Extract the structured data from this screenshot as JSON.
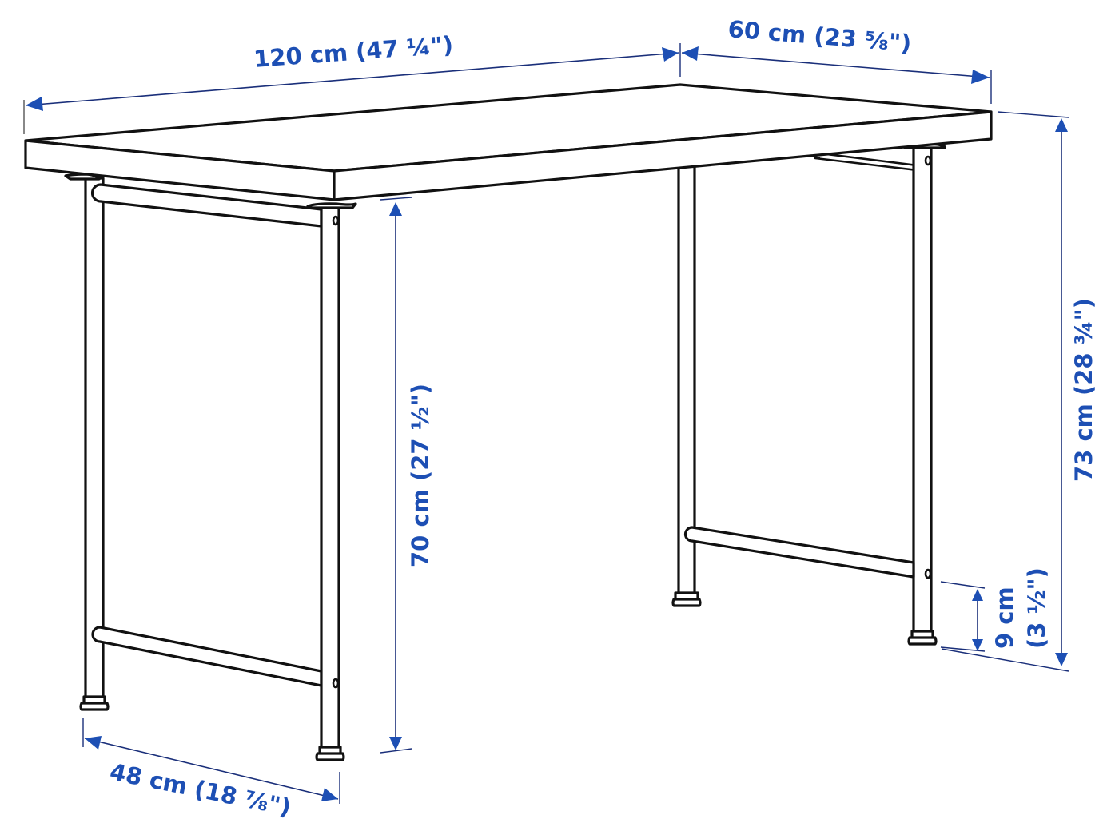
{
  "diagram": {
    "type": "furniture-dimension-drawing",
    "subject": "desk",
    "colors": {
      "line": "#111111",
      "dimension_line": "#1a2f7a",
      "dimension_text": "#1d4fb4",
      "background": "#ffffff"
    },
    "dimensions": {
      "width": {
        "label": "120 cm (47 ¼\")",
        "value_cm": 120,
        "value_in": "47 1/4"
      },
      "depth_top": {
        "label": "60 cm (23 ⅝\")",
        "value_cm": 60,
        "value_in": "23 5/8"
      },
      "total_height": {
        "label": "73 cm (28 ¾\")",
        "value_cm": 73,
        "value_in": "28 3/4"
      },
      "underside_height": {
        "label": "70 cm (27 ½\")",
        "value_cm": 70,
        "value_in": "27 1/2"
      },
      "rail_height_cm": {
        "label": "9 cm",
        "value_cm": 9
      },
      "rail_height_in": {
        "label": "(3 ½\")",
        "value_in": "3 1/2"
      },
      "leg_depth": {
        "label": "48 cm (18 ⅞\")",
        "value_cm": 48,
        "value_in": "18 7/8"
      }
    }
  }
}
